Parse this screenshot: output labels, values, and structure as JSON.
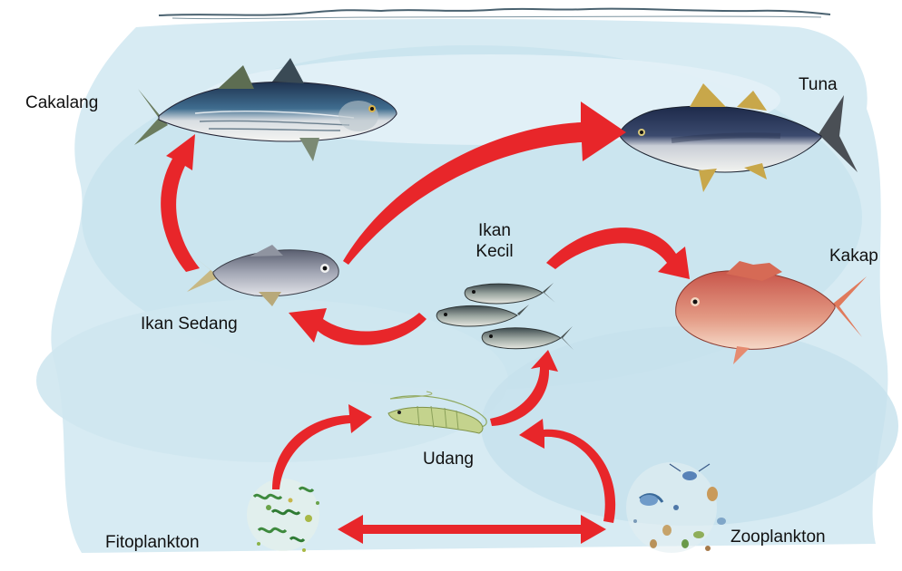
{
  "organisms": {
    "cakalang": "Cakalang",
    "tuna": "Tuna",
    "ikan_kecil_line1": "Ikan",
    "ikan_kecil_line2": "Kecil",
    "kakap": "Kakap",
    "ikan_sedang": "Ikan Sedang",
    "udang": "Udang",
    "fitoplankton": "Fitoplankton",
    "zooplankton": "Zooplankton"
  },
  "colors": {
    "arrow": "#e8262a",
    "water": "#cfe8f1",
    "water_light": "#e6f3f8",
    "surface_line": "#4a6270"
  },
  "links": [
    {
      "from": "Fitoplankton",
      "to": "Udang"
    },
    {
      "from": "Fitoplankton",
      "to": "Zooplankton",
      "bidirectional": true
    },
    {
      "from": "Zooplankton",
      "to": "Udang"
    },
    {
      "from": "Udang",
      "to": "Ikan Kecil"
    },
    {
      "from": "Ikan Kecil",
      "to": "Ikan Sedang"
    },
    {
      "from": "Ikan Kecil",
      "to": "Kakap"
    },
    {
      "from": "Ikan Sedang",
      "to": "Cakalang"
    },
    {
      "from": "Ikan Sedang",
      "to": "Tuna"
    }
  ]
}
